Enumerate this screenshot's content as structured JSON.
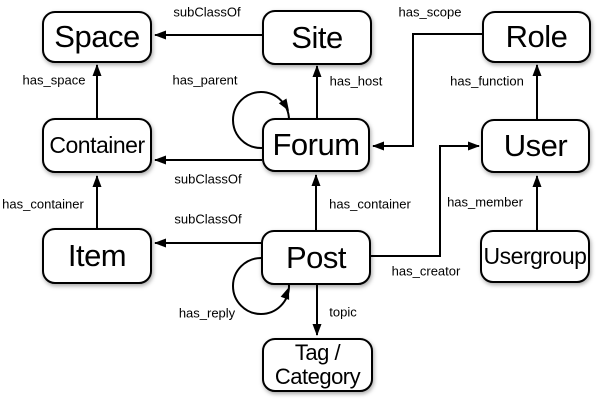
{
  "diagram": {
    "background_color": "#ffffff",
    "node_fill_color": "#ffffff",
    "node_border_color": "#000000",
    "edge_color": "#000000",
    "text_color": "#000000",
    "nodes": [
      {
        "id": "space",
        "label": "Space"
      },
      {
        "id": "site",
        "label": "Site"
      },
      {
        "id": "role",
        "label": "Role"
      },
      {
        "id": "container",
        "label": "Container"
      },
      {
        "id": "forum",
        "label": "Forum"
      },
      {
        "id": "user",
        "label": "User"
      },
      {
        "id": "item",
        "label": "Item"
      },
      {
        "id": "post",
        "label": "Post"
      },
      {
        "id": "usergroup",
        "label": "Usergroup"
      },
      {
        "id": "tag_category",
        "label": "Tag /\nCategory"
      }
    ],
    "edges": [
      {
        "label": "subClassOf",
        "from": "site",
        "to": "space"
      },
      {
        "label": "has_scope",
        "from": "role",
        "to": "forum"
      },
      {
        "label": "has_space",
        "from": "container",
        "to": "space"
      },
      {
        "label": "has_parent",
        "from": "forum",
        "to": "forum"
      },
      {
        "label": "has_host",
        "from": "forum",
        "to": "site"
      },
      {
        "label": "has_function",
        "from": "user",
        "to": "role"
      },
      {
        "label": "subClassOf",
        "from": "forum",
        "to": "container"
      },
      {
        "label": "has_container",
        "from": "item",
        "to": "container"
      },
      {
        "label": "has_container",
        "from": "post",
        "to": "forum"
      },
      {
        "label": "has_member",
        "from": "usergroup",
        "to": "user"
      },
      {
        "label": "subClassOf",
        "from": "post",
        "to": "item"
      },
      {
        "label": "has_creator",
        "from": "post",
        "to": "user"
      },
      {
        "label": "has_reply",
        "from": "post",
        "to": "post"
      },
      {
        "label": "topic",
        "from": "post",
        "to": "tag_category"
      }
    ]
  }
}
